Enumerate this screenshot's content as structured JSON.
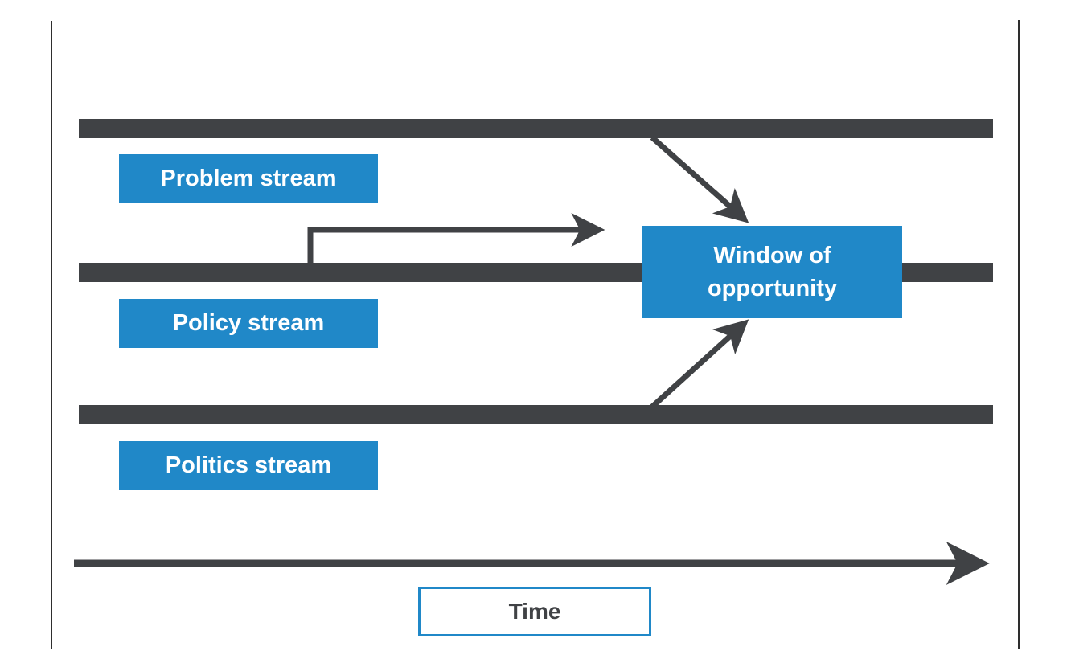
{
  "colors": {
    "accent_blue": "#2088c8",
    "bar_dark": "#404245",
    "frame_line": "#2e2e2e",
    "text_on_blue": "#ffffff",
    "background": "#ffffff"
  },
  "diagram": {
    "streams": [
      {
        "id": "problem",
        "label": "Problem stream"
      },
      {
        "id": "policy",
        "label": "Policy stream"
      },
      {
        "id": "politics",
        "label": "Politics stream"
      }
    ],
    "window_box": {
      "line1": "Window of",
      "line2": "opportunity"
    },
    "time_axis": {
      "label": "Time"
    },
    "icons": [
      {
        "name": "problem-to-window-arrow-icon",
        "meaning": "diagonal arrow from problem stream into window of opportunity"
      },
      {
        "name": "policy-to-window-arrow-icon",
        "meaning": "elbow arrow from policy stream pointing right toward window of opportunity"
      },
      {
        "name": "politics-to-window-arrow-icon",
        "meaning": "diagonal arrow from politics stream into window of opportunity"
      },
      {
        "name": "time-axis-arrow-icon",
        "meaning": "horizontal arrow indicating direction of time"
      }
    ]
  }
}
